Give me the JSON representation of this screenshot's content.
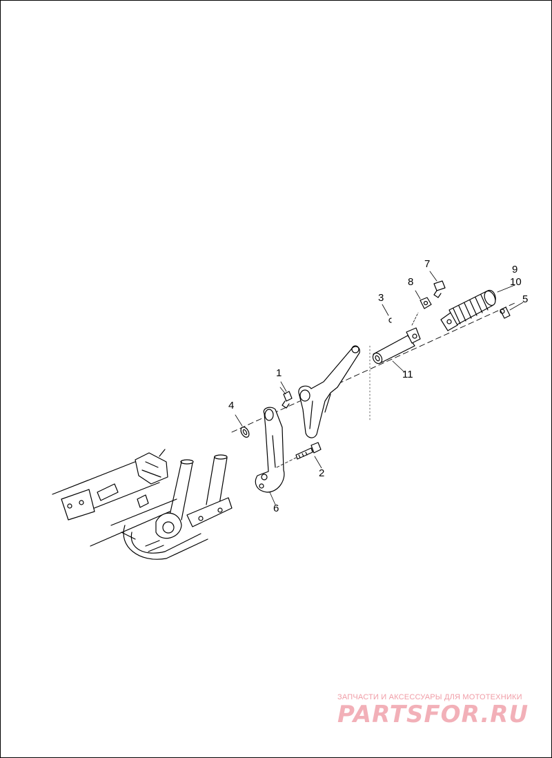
{
  "callouts": {
    "c1": "1",
    "c2": "2",
    "c3": "3",
    "c4": "4",
    "c5": "5",
    "c6": "6",
    "c7": "7",
    "c8": "8",
    "c9": "9",
    "c10": "10",
    "c11": "11"
  },
  "watermark": {
    "tagline": "ЗАПЧАСТИ И АКСЕССУАРЫ ДЛЯ МОТОТЕХНИКИ",
    "logo": "PARTSFOR.RU",
    "color": "#f2b0b8"
  }
}
